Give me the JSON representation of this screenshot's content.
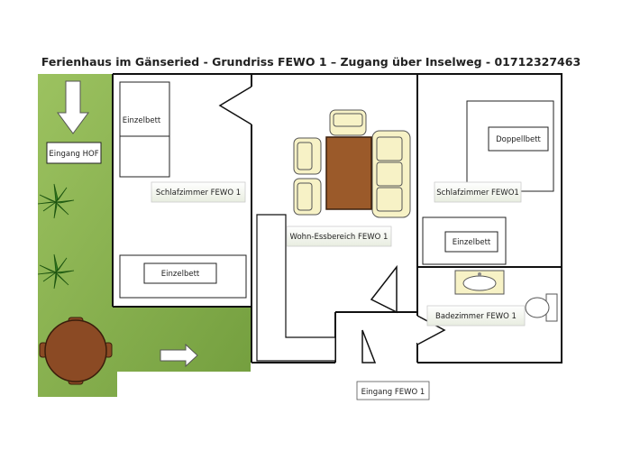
{
  "title": "Ferienhaus im Gänseried - Grundriss FEWO 1 – Zugang über Inselweg - 01712327463",
  "labels": {
    "entrance_yard": "Eingang HOF",
    "bed_top_left": "Einzelbett",
    "bedroom_left": "Schlafzimmer FEWO 1",
    "bed_bottom_left": "Einzelbett",
    "living_dining": "Wohn-Essbereich FEWO 1",
    "double_bed": "Doppellbett",
    "bedroom_right": "Schlafzimmer FEWO1",
    "bed_right": "Einzelbett",
    "bathroom": "Badezimmer FEWO 1",
    "entrance_fewo": "Eingang FEWO 1"
  },
  "colors": {
    "lawn": "#8db44f",
    "lawn_dark": "#6f9a38",
    "wall": "#111111",
    "furniture_cream": "#f7f2c6",
    "table": "#9b5a2a",
    "round_table": "#8b4a24",
    "plant": "#2f7d1e"
  }
}
